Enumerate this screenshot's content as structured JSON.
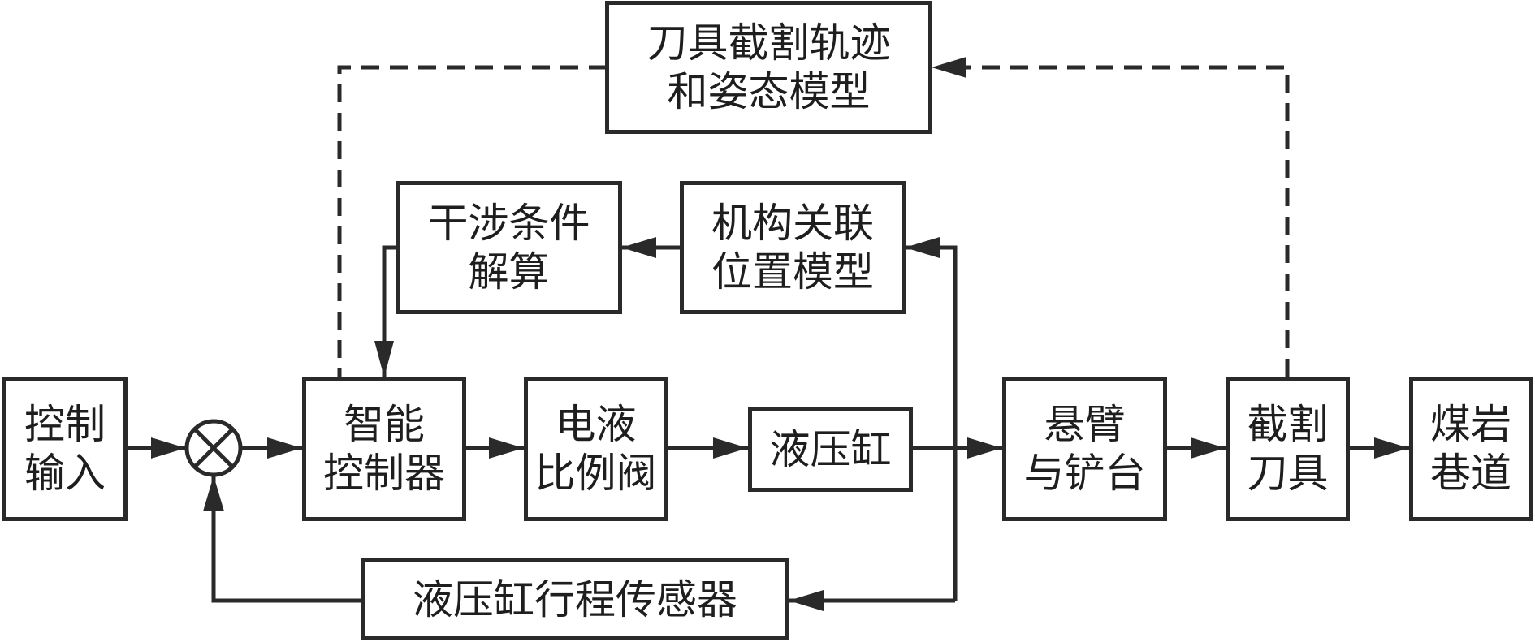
{
  "diagram": {
    "type": "block-diagram",
    "colors": {
      "stroke": "#2a2a2a",
      "text": "#1e1e1e",
      "background": "#ffffff"
    },
    "blocks": {
      "control_input": "控制\n输入",
      "intelligent_controller": "智能\n控制器",
      "proportional_valve": "电液\n比例阀",
      "hydraulic_cylinder": "液压缸",
      "boom_and_shovel": "悬臂\n与铲台",
      "cutting_tool": "截割\n刀具",
      "coal_rock_roadway": "煤岩\n巷道",
      "trajectory_model": "刀具截割轨迹\n和姿态模型",
      "interference_solver": "干涉条件\n解算",
      "mechanism_position_model": "机构关联\n位置模型",
      "stroke_sensor": "液压缸行程传感器"
    },
    "summing_junction": {
      "symbol": "⊗",
      "name": "summing-junction"
    },
    "connections": [
      {
        "from": "控制输入",
        "to": "summing-junction",
        "style": "solid"
      },
      {
        "from": "summing-junction",
        "to": "智能控制器",
        "style": "solid"
      },
      {
        "from": "智能控制器",
        "to": "电液比例阀",
        "style": "solid"
      },
      {
        "from": "电液比例阀",
        "to": "液压缸",
        "style": "solid"
      },
      {
        "from": "液压缸",
        "to": "悬臂与铲台",
        "style": "solid"
      },
      {
        "from": "悬臂与铲台",
        "to": "截割刀具",
        "style": "solid"
      },
      {
        "from": "截割刀具",
        "to": "煤岩巷道",
        "style": "solid"
      },
      {
        "from": "液压缸",
        "to": "机构关联位置模型",
        "style": "solid"
      },
      {
        "from": "机构关联位置模型",
        "to": "干涉条件解算",
        "style": "solid"
      },
      {
        "from": "干涉条件解算",
        "to": "智能控制器",
        "style": "solid"
      },
      {
        "from": "液压缸",
        "to": "液压缸行程传感器",
        "style": "solid"
      },
      {
        "from": "液压缸行程传感器",
        "to": "summing-junction",
        "style": "solid"
      },
      {
        "from": "截割刀具",
        "to": "刀具截割轨迹和姿态模型",
        "style": "dashed"
      },
      {
        "from": "刀具截割轨迹和姿态模型",
        "to": "智能控制器",
        "style": "dashed"
      }
    ]
  }
}
